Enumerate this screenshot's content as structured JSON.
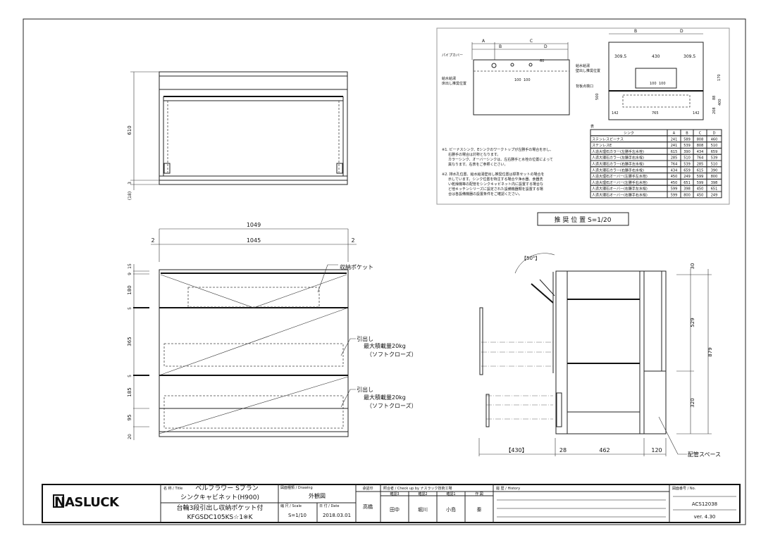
{
  "top_view": {
    "dim_height": "610",
    "dim_gap": "3",
    "dim_base": "(18)"
  },
  "front_view": {
    "dim_total_width": "1049",
    "dim_inner_width": "1045",
    "dim_side_left": "2",
    "dim_side_right": "2",
    "dims_left": [
      "15",
      "9",
      "180",
      "5",
      "365",
      "5",
      "185",
      "95",
      "20"
    ],
    "label_pocket": "収納ポケット",
    "drawer_labels": [
      {
        "line1": "引出し",
        "line2": "最大積載量20kg",
        "line3": "（ソフトクローズ）"
      },
      {
        "line1": "引出し",
        "line2": "最大積載量20kg",
        "line3": "（ソフトクローズ）"
      }
    ]
  },
  "side_view": {
    "angle": "【50°】",
    "dim_top": "30",
    "dim_upper": "529",
    "dim_total": "879",
    "dim_lower": "320",
    "dim_drawer": "【430】",
    "dim_front": "28",
    "dim_depth": "462",
    "dim_back": "120",
    "label_pipe_space": "配管スペース"
  },
  "reference": {
    "caption": "推 奨 位 置  S=1/20",
    "plan": {
      "A": "A",
      "B": "B",
      "C": "C",
      "D": "D",
      "pipe_cover": "パイプカバー",
      "water_label1": "給水給湯",
      "water_label2": "床出し推奨位置",
      "d60": "60",
      "d100a": "100",
      "d100b": "100"
    },
    "elev": {
      "B": "B",
      "D": "D",
      "d309a": "309.5",
      "d430": "430",
      "d309b": "309.5",
      "water_label1": "給水給湯",
      "water_label2": "壁出し推奨位置",
      "d100a": "100",
      "d100b": "100",
      "inspect": "背板点検口",
      "d500": "500",
      "d170": "170",
      "d88": "88",
      "d400": "400",
      "d208": "208",
      "d142a": "142",
      "d765": "765",
      "d142b": "142"
    },
    "notes": [
      "※1. ビーナスシンク、Eシンクのワークトップが左勝手の場合を示し、",
      "右勝手の場合は対称となります。",
      "カラーシンク、オーバーシンクは、左右勝手と水栓の位置によって",
      "異なります。右表をご参照ください。",
      "※2. 排水孔位置、給水給湯壁出し推奨位置は標準セットの場合を",
      "示しています。シンク位置を特注する場合や浄水器、食器洗",
      "い乾燥機等の配管をシンクキャビネット内に設置する場合な",
      "ど他キッチンシリーズに設定された設備機器類を設置する場",
      "合は各設備機器の設置条件をご確認ください。"
    ],
    "table": {
      "title": "表",
      "headers": [
        "シンク",
        "A",
        "B",
        "C",
        "D"
      ],
      "rows": [
        [
          "ステンレスビーナス",
          "241",
          "589",
          "808",
          "460"
        ],
        [
          "ステンレスE",
          "241",
          "539",
          "808",
          "510"
        ],
        [
          "人造大理石カラー(左勝手左水栓)",
          "615",
          "390",
          "434",
          "659"
        ],
        [
          "人造大理石カラー(左勝手右水栓)",
          "285",
          "510",
          "764",
          "539"
        ],
        [
          "人造大理石カラー(右勝手左水栓)",
          "764",
          "539",
          "285",
          "510"
        ],
        [
          "人造大理石カラー(右勝手右水栓)",
          "434",
          "659",
          "615",
          "390"
        ],
        [
          "人造大理石オーバー(左勝手左水栓)",
          "450",
          "249",
          "599",
          "800"
        ],
        [
          "人造大理石オーバー(左勝手右水栓)",
          "450",
          "651",
          "599",
          "398"
        ],
        [
          "人造大理石オーバー(右勝手左水栓)",
          "599",
          "398",
          "450",
          "651"
        ],
        [
          "人造大理石オーバー(右勝手右水栓)",
          "599",
          "800",
          "450",
          "249"
        ]
      ]
    }
  },
  "title_block": {
    "logo": "NASLUCK",
    "title_label": "名 称 / Title",
    "title_lines": [
      "ベルフラワー Sプラン",
      "シンクキャビネット(H900)",
      "台輪3段引出し収納ポケット付",
      "KFGSDC105KS☆1※K"
    ],
    "drawing_label": "図面種類 / Drawing",
    "drawing_value": "外観図",
    "scale_label": "縮 尺 / Scale",
    "scale_value": "S=1/10",
    "date_label": "日 付 / Date",
    "date_value": "2018.03.01",
    "approve_label": "承認印",
    "approve_value": "高橋",
    "check_label": "照合者 / Check up by ナスラック技術工場",
    "checkers": [
      {
        "role": "確認3",
        "name": "田中"
      },
      {
        "role": "確認2",
        "name": "堀川"
      },
      {
        "role": "確認1",
        "name": "小島"
      },
      {
        "role": "作 図",
        "name": "秦"
      }
    ],
    "history_label": "履 歴 / History",
    "no_label": "図面番号 / No.",
    "no_value": "ACS12038",
    "version": "ver. 4.30"
  }
}
